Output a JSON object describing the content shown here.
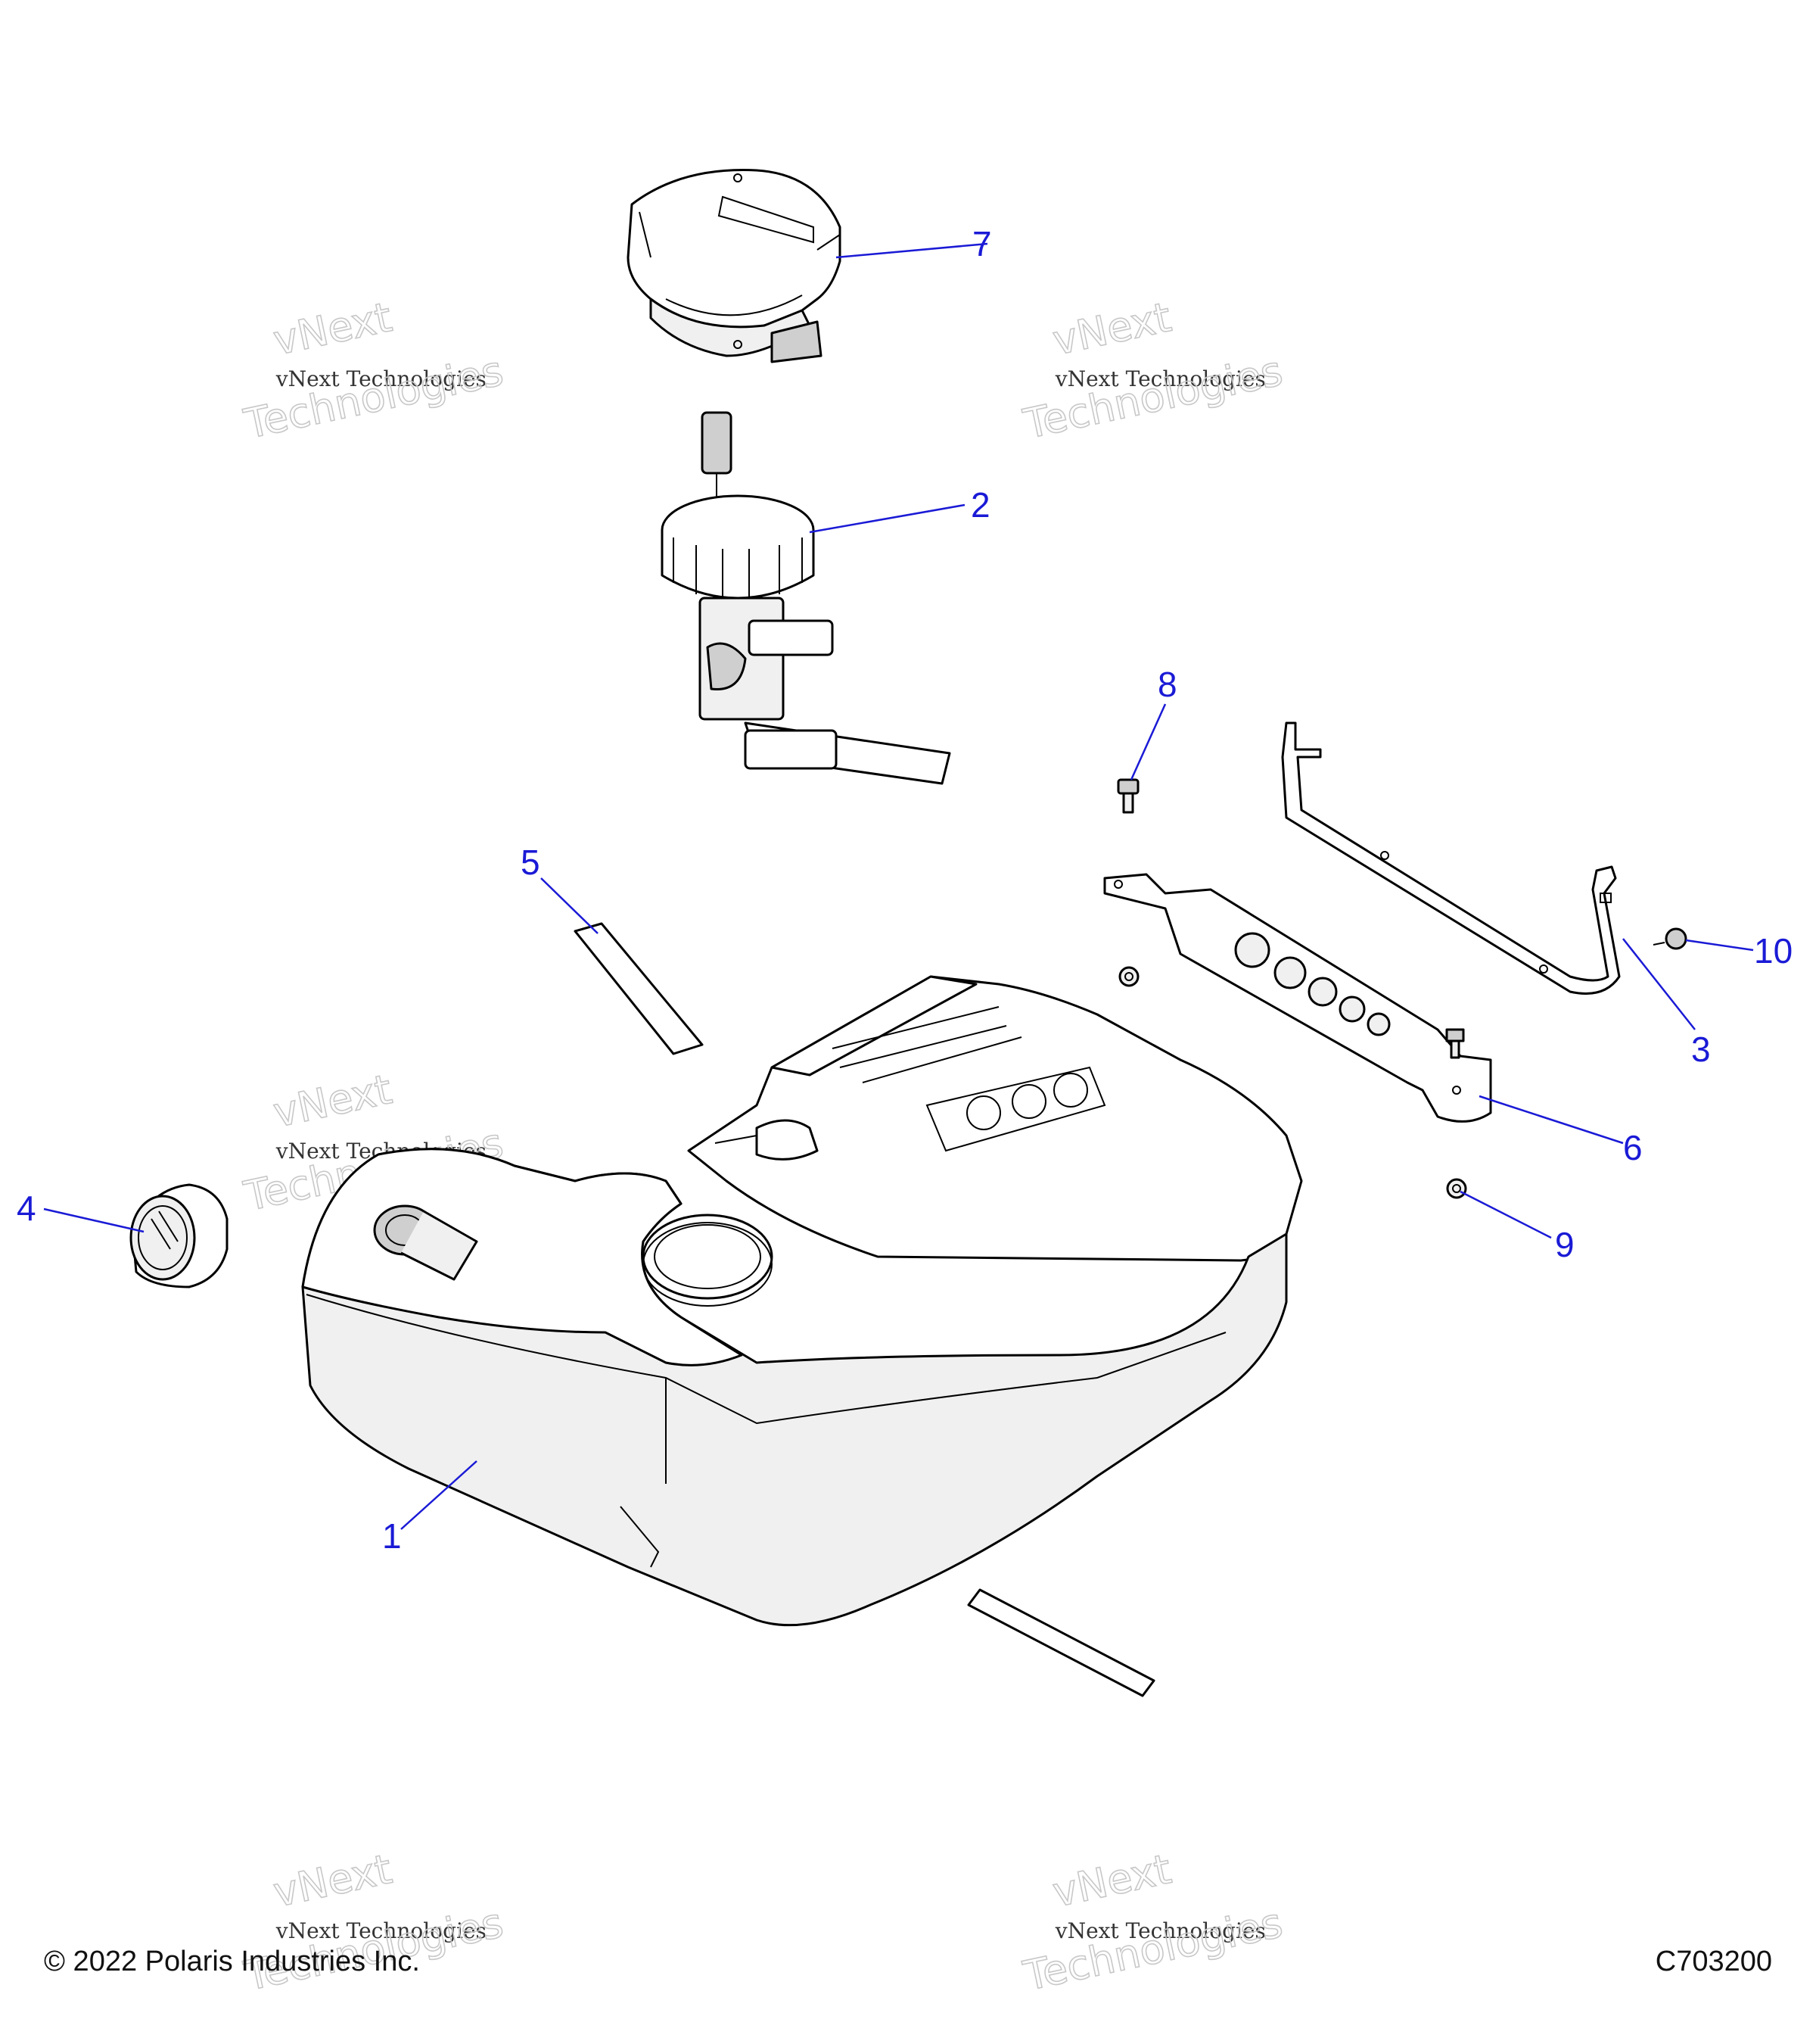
{
  "footer": {
    "copyright": "© 2022 Polaris Industries Inc.",
    "diagram_code": "C703200"
  },
  "watermark": {
    "line_top": "vNext",
    "line_mid": "vNext Technologies",
    "line_bottom": "Technologies"
  },
  "callouts": [
    {
      "id": "1",
      "part": "fuel-tank"
    },
    {
      "id": "2",
      "part": "fuel-pump-assembly"
    },
    {
      "id": "3",
      "part": "tank-strap"
    },
    {
      "id": "4",
      "part": "fuel-cap"
    },
    {
      "id": "5",
      "part": "pad-upper"
    },
    {
      "id": "6",
      "part": "mounting-bracket"
    },
    {
      "id": "7",
      "part": "pump-cover"
    },
    {
      "id": "8",
      "part": "bolt"
    },
    {
      "id": "9",
      "part": "nut"
    },
    {
      "id": "10",
      "part": "screw"
    }
  ],
  "colors": {
    "callout": "#1a1ad6",
    "line_art": "#000000"
  }
}
